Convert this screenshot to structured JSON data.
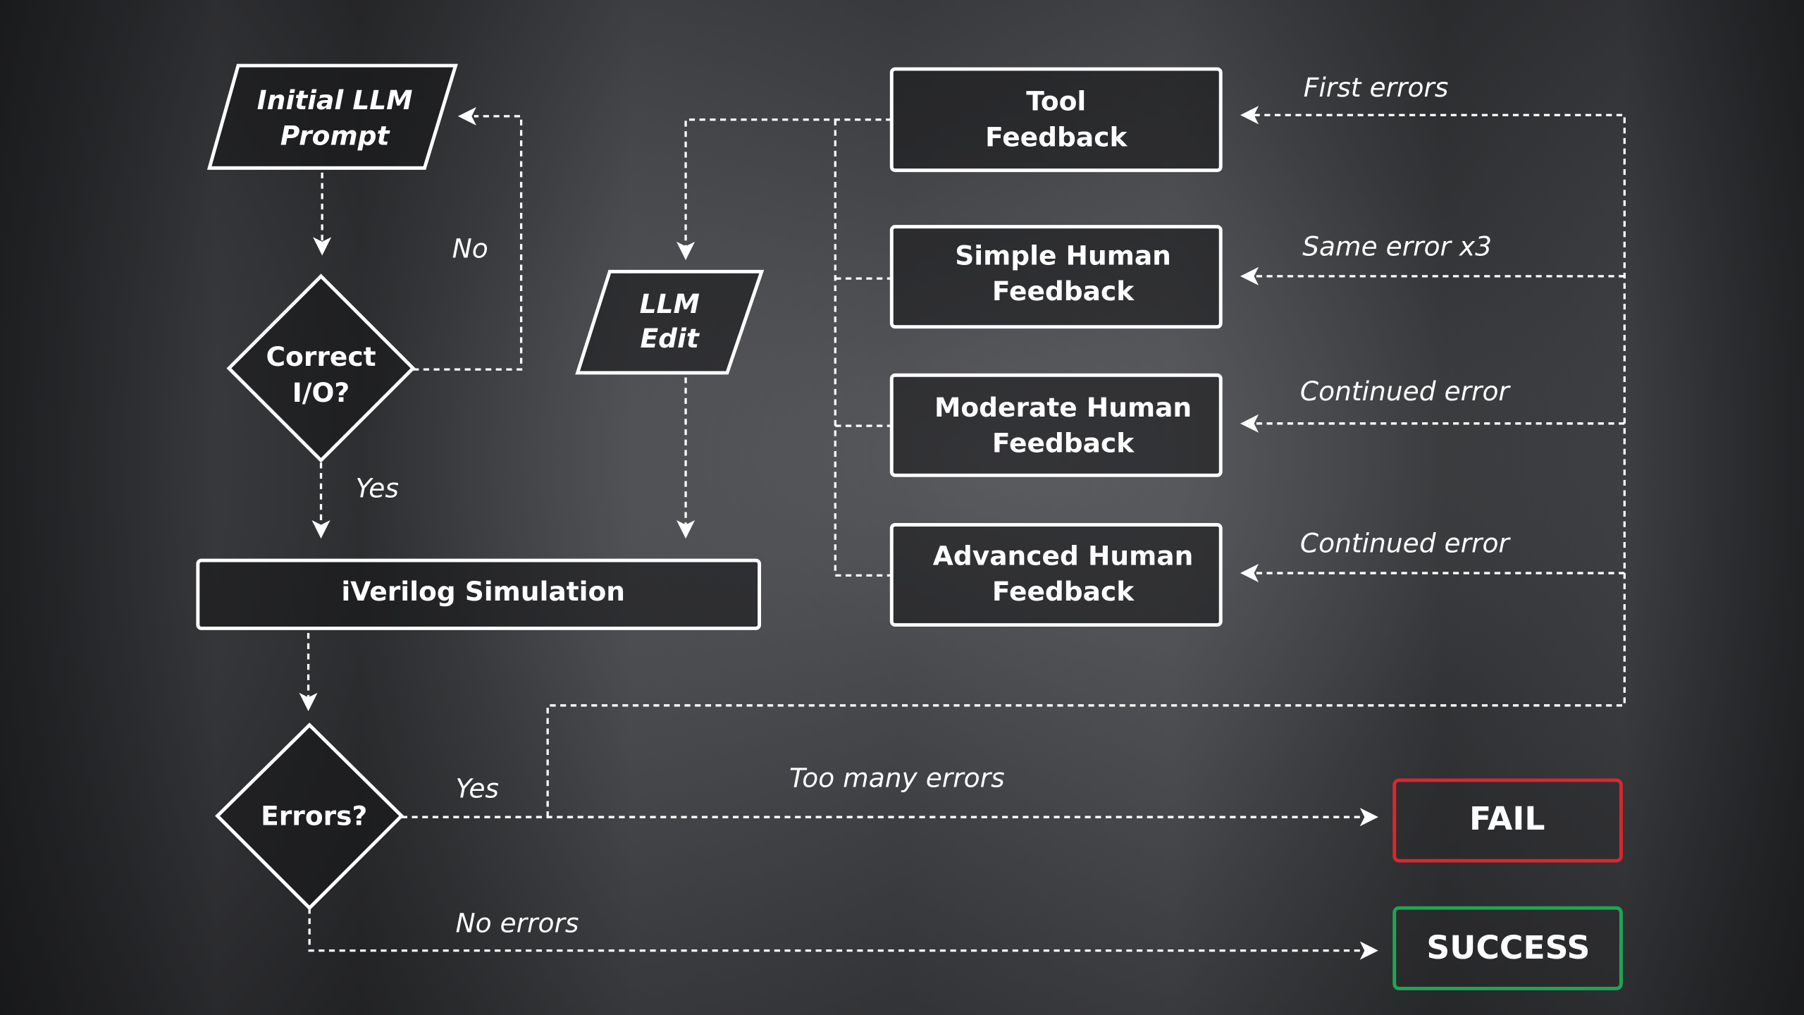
{
  "nodes": {
    "initial_prompt": [
      "Initial LLM",
      "Prompt"
    ],
    "correct_io": [
      "Correct",
      "I/O?"
    ],
    "llm_edit": [
      "LLM",
      "Edit"
    ],
    "iverilog": "iVerilog Simulation",
    "errors": "Errors?",
    "tool_feedback": [
      "Tool",
      "Feedback"
    ],
    "simple_feedback": [
      "Simple Human",
      "Feedback"
    ],
    "moderate_feedback": [
      "Moderate Human",
      "Feedback"
    ],
    "advanced_feedback": [
      "Advanced Human",
      "Feedback"
    ],
    "fail": "FAIL",
    "success": "SUCCESS"
  },
  "edges": {
    "no": "No",
    "yes_io": "Yes",
    "yes_errors": "Yes",
    "too_many": "Too many errors",
    "no_errors": "No errors",
    "first_errors": "First errors",
    "same_error": "Same error x3",
    "continued_1": "Continued error",
    "continued_2": "Continued error"
  },
  "colors": {
    "fail": "#d8282e",
    "success": "#1fa653"
  }
}
